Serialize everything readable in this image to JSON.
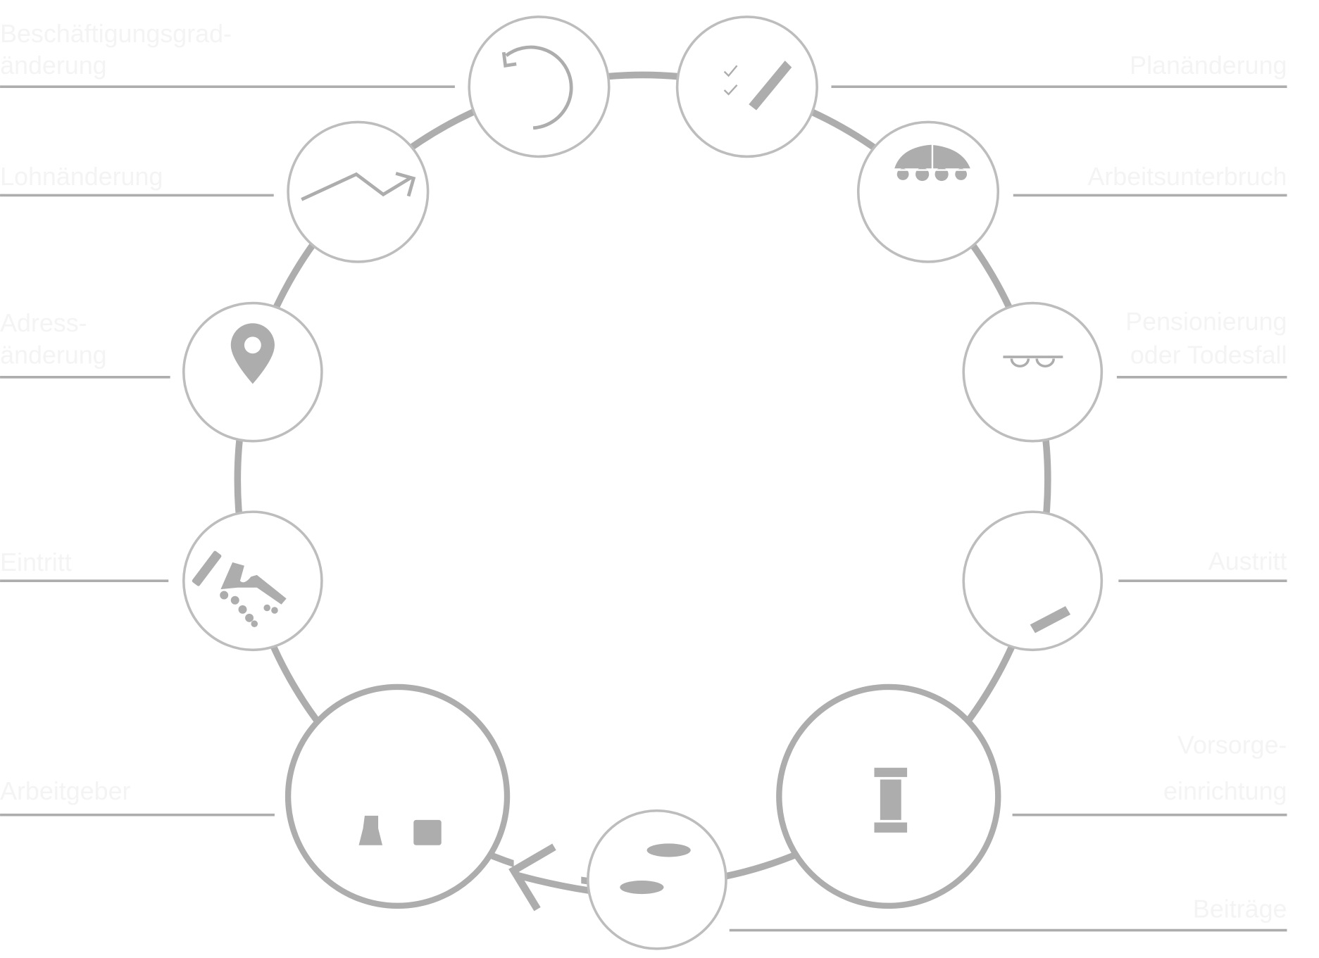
{
  "colors": {
    "line": "#adadad",
    "node_border": "#bdbdbd",
    "label": "#f4f4f4"
  },
  "labels_left": {
    "employment_rate_change": [
      "Beschäftigungsgrad-",
      "änderung"
    ],
    "salary_change": "Lohnänderung",
    "address_change": [
      "Adress-",
      "änderung"
    ],
    "entry": "Eintritt",
    "employer": "Arbeitgeber"
  },
  "labels_right": {
    "plan_change": "Planänderung",
    "work_interruption": "Arbeitsunterbruch",
    "retirement_or_death": [
      "Pensionierung",
      "oder Todesfall"
    ],
    "exit": "Austritt",
    "pension_fund": [
      "Vorsorge-",
      "einrichtung"
    ],
    "contributions": "Beiträge"
  },
  "icons": [
    "refresh-icon",
    "checklist-pencil-icon",
    "trend-chart-icon",
    "umbrella-icon",
    "location-pin-icon",
    "glasses-icon",
    "handshake-icon",
    "exit-icon",
    "factory-icon",
    "coins-icon",
    "pillar-building-icon"
  ]
}
